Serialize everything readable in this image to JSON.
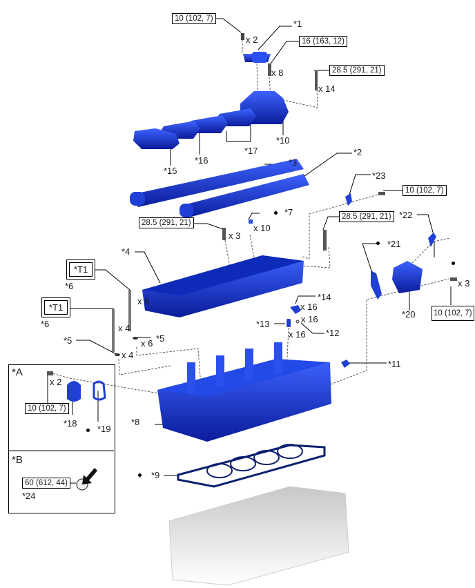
{
  "torque_specs": {
    "t_top_bolt": "10 (102, 7)",
    "t_bearing_cap_bolt": "16 (163, 12)",
    "t_housing_bolt": "28.5 (291, 21)",
    "t_cover_bolt_left": "28.5 (291, 21)",
    "t_cover_bolt_right": "28.5 (291, 21)",
    "t_bracket_bolt": "10 (102, 7)",
    "t_outlet_bolt": "10 (102, 7)",
    "t_inset_a_bolt": "10 (102, 7)",
    "t_inset_b_plug": "60 (612, 44)"
  },
  "tool_marks": {
    "t1_upper": "*T1",
    "t1_lower": "*T1"
  },
  "part_labels": {
    "p1": "*1",
    "p2": "*2",
    "p3": "*3",
    "p4": "*4",
    "p5a": "*5",
    "p5b": "*5",
    "p6a": "*6",
    "p6b": "*6",
    "p7": "*7",
    "p8": "*8",
    "p9": "*9",
    "p10": "*10",
    "p11": "*11",
    "p12": "*12",
    "p13": "*13",
    "p14": "*14",
    "p15": "*15",
    "p16": "*16",
    "p17": "*17",
    "p18": "*18",
    "p19": "*19",
    "p20": "*20",
    "p21": "*21",
    "p22": "*22",
    "p23": "*23",
    "p24": "*24"
  },
  "quantities": {
    "q_top": "x 2",
    "q_cap": "x 8",
    "q_housing": "x 14",
    "q_cover": "x 10",
    "q_bolt3": "x 3",
    "q_head6": "x 6",
    "q_head4": "x 4",
    "q_washer6": "x 6",
    "q_washer4": "x 4",
    "q_14": "x 16",
    "q_12": "x 16",
    "q_13": "x 16",
    "q_outlet": "x 3",
    "q_inset_a": "x 2"
  },
  "insets": {
    "a_title": "*A",
    "b_title": "*B"
  },
  "colors": {
    "part_blue": "#1f3fd6",
    "part_dark": "#0b1f8f",
    "ghost_gray": "#d9d9d9"
  }
}
